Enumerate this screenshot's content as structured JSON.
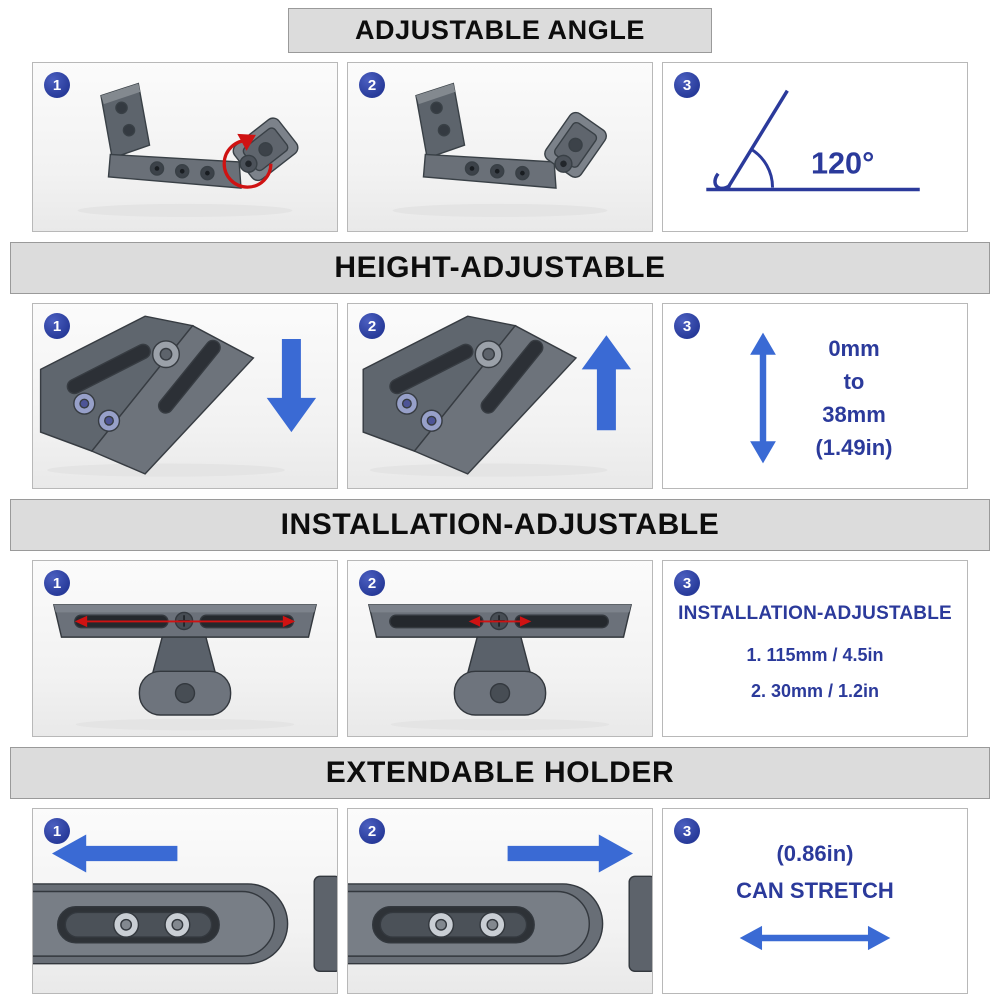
{
  "colors": {
    "header_bg": "#dcdcdc",
    "header_border": "#9a9a9a",
    "panel_border": "#b8b8b8",
    "badge_blue": "#2b3f9e",
    "text_blue": "#2b3a9b",
    "arrow_blue": "#3a6ad4",
    "red": "#cf1212",
    "metal_gray": "#6a7078"
  },
  "sections": [
    {
      "title": "ADJUSTABLE ANGLE",
      "panels": [
        {
          "badge": "1",
          "icon": "rotation-arrow"
        },
        {
          "badge": "2",
          "icon": "none"
        },
        {
          "badge": "3",
          "icon": "angle-diagram",
          "angle_label": "120°"
        }
      ]
    },
    {
      "title": "HEIGHT-ADJUSTABLE",
      "panels": [
        {
          "badge": "1",
          "icon": "down-arrow"
        },
        {
          "badge": "2",
          "icon": "up-arrow"
        },
        {
          "badge": "3",
          "icon": "double-vertical-arrow",
          "lines": [
            "0mm",
            "to",
            "38mm",
            "(1.49in)"
          ]
        }
      ]
    },
    {
      "title": "INSTALLATION-ADJUSTABLE",
      "panels": [
        {
          "badge": "1",
          "icon": "range-arrow-long"
        },
        {
          "badge": "2",
          "icon": "range-arrow-short"
        },
        {
          "badge": "3",
          "heading": "INSTALLATION-ADJUSTABLE",
          "items": [
            "1.  115mm / 4.5in",
            "2.  30mm / 1.2in"
          ]
        }
      ]
    },
    {
      "title": "EXTENDABLE HOLDER",
      "panels": [
        {
          "badge": "1",
          "icon": "left-arrow"
        },
        {
          "badge": "2",
          "icon": "right-arrow"
        },
        {
          "badge": "3",
          "icon": "double-horizontal-arrow",
          "lines": [
            "(0.86in)",
            "CAN STRETCH"
          ]
        }
      ]
    }
  ]
}
